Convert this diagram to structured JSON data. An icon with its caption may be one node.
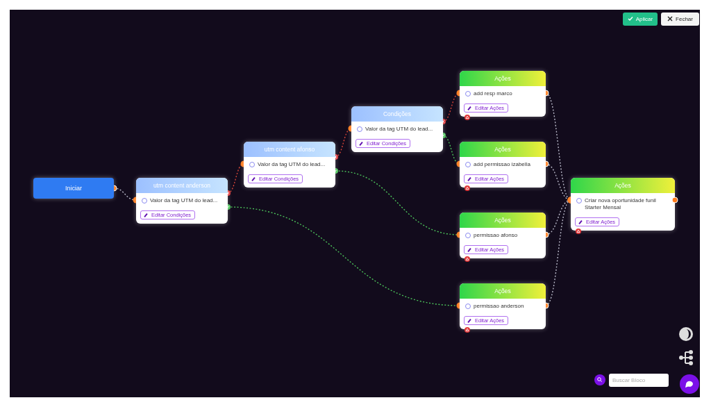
{
  "diagram": {
    "nodes": [
      {
        "text": [
          "Iniciar"
        ]
      },
      {
        "text": [
          "utm content anderson",
          "Valor da tag UTM do lead...",
          "Editar Condições"
        ]
      },
      {
        "text": [
          "utm content afonso",
          "Valor da tag UTM do lead...",
          "Editar Condições"
        ]
      },
      {
        "text": [
          "Condições",
          "Valor da tag UTM do lead...",
          "Editar Condições"
        ]
      },
      {
        "text": [
          "Ações",
          "add resp marco",
          "Editar Ações"
        ]
      },
      {
        "text": [
          "Ações",
          "add permissao izabella",
          "Editar Ações"
        ]
      },
      {
        "text": [
          "Ações",
          "permissao afonso",
          "Editar Ações"
        ]
      },
      {
        "text": [
          "Ações",
          "permissao anderson",
          "Editar Ações"
        ]
      },
      {
        "text": [
          "Ações",
          "Criar nova oportunidade funil Starter Mensal",
          "Editar Ações"
        ]
      }
    ],
    "edges": [
      {
        "from": 0,
        "to": 1,
        "arrow": "other",
        "style": "dashed"
      },
      {
        "from": 1,
        "to": 2,
        "arrow": "other",
        "style": "dashed",
        "color": "#d9463a"
      },
      {
        "from": 1,
        "to": 7,
        "arrow": "other",
        "style": "dashed",
        "color": "#4cc25a"
      },
      {
        "from": 2,
        "to": 3,
        "arrow": "other",
        "style": "dashed",
        "color": "#d9463a"
      },
      {
        "from": 2,
        "to": 6,
        "arrow": "other",
        "style": "dashed",
        "color": "#4cc25a"
      },
      {
        "from": 3,
        "to": 4,
        "arrow": "other",
        "style": "dashed",
        "color": "#d9463a"
      },
      {
        "from": 3,
        "to": 5,
        "arrow": "other",
        "style": "dashed",
        "color": "#4cc25a"
      },
      {
        "from": 4,
        "to": 8,
        "arrow": "other",
        "style": "dashed"
      },
      {
        "from": 5,
        "to": 8,
        "arrow": "other",
        "style": "dashed"
      },
      {
        "from": 6,
        "to": 8,
        "arrow": "other",
        "style": "dashed"
      },
      {
        "from": 7,
        "to": 8,
        "arrow": "other",
        "style": "dashed"
      }
    ],
    "labels": [
      "Aplicar",
      "Fechar",
      "Buscar Bloco"
    ]
  }
}
